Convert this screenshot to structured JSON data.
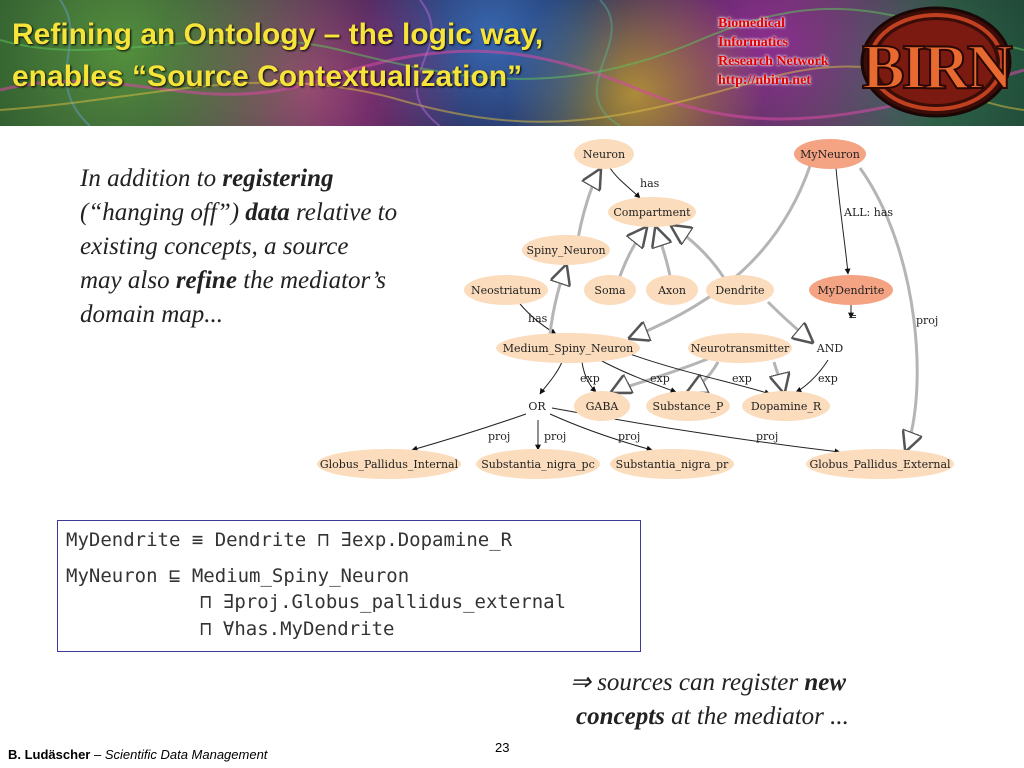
{
  "title": {
    "line1": "Refining an Ontology – the logic way,",
    "line2": "enables “Source Contextualization”"
  },
  "network": {
    "line1": "Biomedical",
    "line2": "Informatics",
    "line3": "Research Network",
    "url": "http://nbirn.net"
  },
  "logo": {
    "text": "BIRN",
    "icon": "birn-logo"
  },
  "lead": [
    {
      "pre": "In addition to ",
      "b": "registering",
      "post": ""
    },
    {
      "pre": " (“hanging off”) ",
      "b": "data",
      "post": " relative to"
    },
    {
      "pre": "existing concepts, a source",
      "b": "",
      "post": ""
    },
    {
      "pre": "may also ",
      "b": "refine",
      "post": " the mediator’s"
    },
    {
      "pre": "domain map...",
      "b": "",
      "post": ""
    }
  ],
  "diagram": {
    "nodes": [
      {
        "id": "neuron",
        "label": "Neuron",
        "fill": "#fbdcbc"
      },
      {
        "id": "myneuron",
        "label": "MyNeuron",
        "fill": "#f4a383"
      },
      {
        "id": "compartment",
        "label": "Compartment",
        "fill": "#fbdcbc"
      },
      {
        "id": "spiny",
        "label": "Spiny_Neuron",
        "fill": "#fbdcbc"
      },
      {
        "id": "neostriatum",
        "label": "Neostriatum",
        "fill": "#fbdcbc"
      },
      {
        "id": "soma",
        "label": "Soma",
        "fill": "#fbdcbc"
      },
      {
        "id": "axon",
        "label": "Axon",
        "fill": "#fbdcbc"
      },
      {
        "id": "dendrite",
        "label": "Dendrite",
        "fill": "#fbdcbc"
      },
      {
        "id": "mydendrite",
        "label": "MyDendrite",
        "fill": "#f4a383"
      },
      {
        "id": "msn",
        "label": "Medium_Spiny_Neuron",
        "fill": "#fbdcbc"
      },
      {
        "id": "neurotransmitter",
        "label": "Neurotransmitter",
        "fill": "#fbdcbc"
      },
      {
        "id": "and",
        "label": "AND",
        "fill": "none"
      },
      {
        "id": "or",
        "label": "OR",
        "fill": "none"
      },
      {
        "id": "gaba",
        "label": "GABA",
        "fill": "#fbdcbc"
      },
      {
        "id": "substance_p",
        "label": "Substance_P",
        "fill": "#fbdcbc"
      },
      {
        "id": "dopamine_r",
        "label": "Dopamine_R",
        "fill": "#fbdcbc"
      },
      {
        "id": "gpi",
        "label": "Globus_Pallidus_Internal",
        "fill": "#fbdcbc"
      },
      {
        "id": "snpc",
        "label": "Substantia_nigra_pc",
        "fill": "#fbdcbc"
      },
      {
        "id": "snpr",
        "label": "Substantia_nigra_pr",
        "fill": "#fbdcbc"
      },
      {
        "id": "gpe",
        "label": "Globus_Pallidus_External",
        "fill": "#fbdcbc"
      }
    ],
    "edge_labels": {
      "has1": "has",
      "all_has": "ALL: has",
      "has2": "has",
      "eq": "=",
      "proj_right": "proj",
      "exp1": "exp",
      "exp2": "exp",
      "exp3": "exp",
      "exp4": "exp",
      "proj1": "proj",
      "proj2": "proj",
      "proj3": "proj",
      "proj4": "proj"
    }
  },
  "axioms": {
    "line1": "MyDendrite ≡ Dendrite ⊓ ∃exp.Dopamine_R",
    "line2": "MyNeuron ⊑ Medium_Spiny_Neuron",
    "line3": "⊓ ∃proj.Globus_pallidus_external",
    "line4": "⊓ ∀has.MyDendrite"
  },
  "conclusion": {
    "line1_pre": "⇒ sources can register ",
    "line1_b": "new",
    "line2_b": "concepts",
    "line2_post": " at the mediator ..."
  },
  "footer": {
    "author": "B. Ludäscher",
    "sep": " – ",
    "course": "Scientific Data Management",
    "page": "23"
  }
}
